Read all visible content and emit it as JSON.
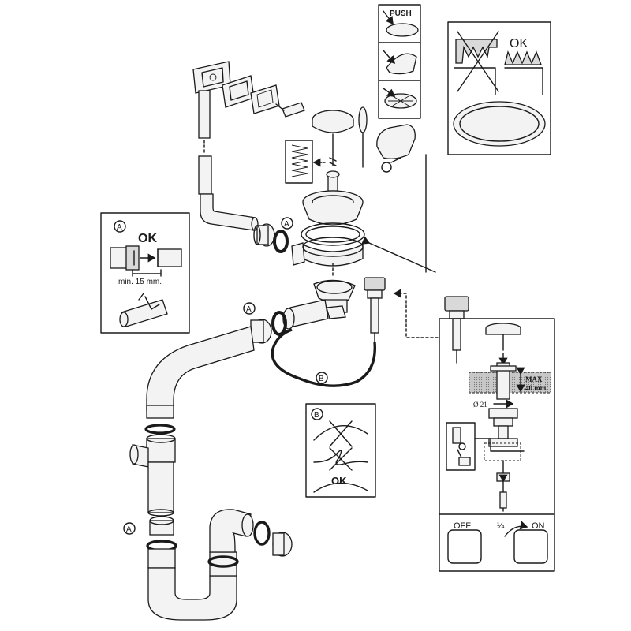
{
  "markers": {
    "a": "A",
    "b": "B"
  },
  "panel_a": {
    "ok": "OK",
    "min_label": "min. 15 mm."
  },
  "panel_b": {
    "ok": "OK"
  },
  "panel_top": {
    "ok": "OK"
  },
  "push_panel": {
    "push": "PUSH"
  },
  "right_panel": {
    "max_line1": "MAX",
    "max_line2": "40 mm.",
    "diameter": "Ø 21"
  },
  "switch_panel": {
    "off": "OFF",
    "quarter": "¼",
    "on": "ON"
  }
}
